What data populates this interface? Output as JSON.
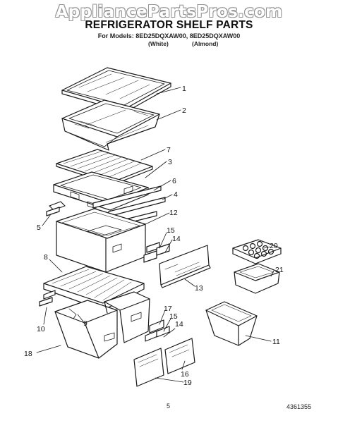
{
  "watermark": "AppliancePartsPros.com",
  "title": "REFRIGERATOR SHELF PARTS",
  "models_line": "For Models: 8ED25DQXAW00, 8ED25DQXAW00",
  "variant_white": "(White)",
  "variant_almond": "(Almond)",
  "page_number": "5",
  "document_number": "4361355",
  "callouts": [
    "1",
    "2",
    "7",
    "3",
    "6",
    "4",
    "12",
    "5",
    "15",
    "14",
    "8",
    "13",
    "20",
    "21",
    "10",
    "9",
    "17",
    "15",
    "14",
    "11",
    "18",
    "16",
    "19"
  ]
}
